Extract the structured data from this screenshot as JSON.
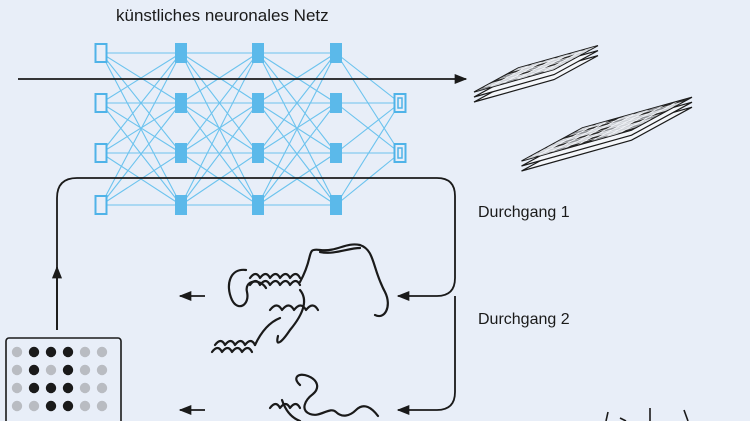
{
  "diagram": {
    "title": "künstliches neuronales Netz",
    "passes": [
      {
        "label": "Durchgang 1"
      },
      {
        "label": "Durchgang 2"
      }
    ],
    "network": {
      "layers": [
        4,
        4,
        4,
        4,
        2
      ],
      "input_color": "#4fb3e8",
      "hidden_color": "#5bb9ea",
      "edge_color": "#6cc3ee"
    },
    "colors": {
      "background": "#e8eef8",
      "line": "#1a1a1a",
      "dot_dark": "#1a1a1a",
      "dot_light": "#b9bcc2"
    }
  }
}
